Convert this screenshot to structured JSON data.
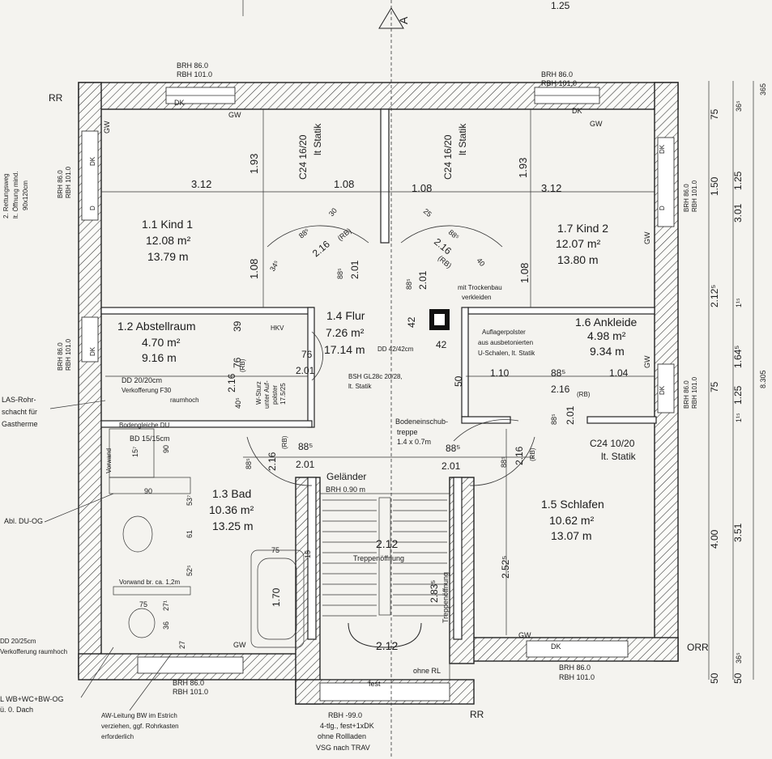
{
  "rooms": {
    "kind1": {
      "name": "1.1 Kind 1",
      "area": "12.08 m²",
      "perimeter": "13.79 m"
    },
    "abstell": {
      "name": "1.2 Abstellraum",
      "area": "4.70 m²",
      "perimeter": "9.16 m"
    },
    "bad": {
      "name": "1.3 Bad",
      "area": "10.36 m²",
      "perimeter": "13.25 m"
    },
    "flur": {
      "name": "1.4 Flur",
      "area": "7.26 m²",
      "perimeter": "17.14 m"
    },
    "schlafen": {
      "name": "1.5 Schlafen",
      "area": "10.62 m²",
      "perimeter": "13.07 m"
    },
    "ankleide": {
      "name": "1.6 Ankleide",
      "area": "4.98 m²",
      "perimeter": "9.34 m"
    },
    "kind2": {
      "name": "1.7 Kind 2",
      "area": "12.07 m²",
      "perimeter": "13.80 m"
    }
  },
  "top_labels": {
    "scale": "1.25",
    "section": "A",
    "rr_left": "RR",
    "window_left_brh": "BRH 86.0",
    "window_left_rbh": "RBH 101.0",
    "window_right_brh": "BRH 86.0",
    "window_right_rbh": "RBH 101.0",
    "dk_left": "DK",
    "dk_right": "DK",
    "gw_left": "GW",
    "gw_right": "GW"
  },
  "beams": {
    "left": "C24 16/20",
    "left_note": "lt Statik",
    "right": "C24 16/20",
    "right_note": "lt Statik",
    "c24_1020": "C24 10/20",
    "c24_1020_note": "lt. Statik"
  },
  "dims": {
    "d312a": "3.12",
    "d193a": "1.93",
    "d108a": "1.08",
    "d108b": "1.08",
    "d193b": "1.93",
    "d312b": "3.12",
    "d108c": "1.08",
    "d108d": "1.08",
    "d345": "34⁵",
    "d885a": "88⁵",
    "d216a": "2.16",
    "rb_a": "(RB)",
    "d30": "30",
    "d885b": "88⁵",
    "d201a": "2.01",
    "d25": "25",
    "d885c": "88⁵",
    "d216b": "2.16",
    "rb_b": "(RB)",
    "d40": "40",
    "d885d": "88⁵",
    "d201b": "2.01",
    "d42a": "42",
    "d42b": "42",
    "dd4242": "DD 42/42cm",
    "d39": "39",
    "hkv": "HKV",
    "d76a": "76",
    "d76b": "76",
    "d216c": "2.16",
    "rb_c": "(RB)",
    "d201c": "2.01",
    "d405": "40⁵",
    "d110": "1.10",
    "d885e": "88⁵",
    "d104": "1.04",
    "d50": "50",
    "d216d": "2.16",
    "rb_d": "(RB)",
    "d885f": "88⁵",
    "d201d": "2.01",
    "d885g": "88⁵",
    "d216e": "2.16",
    "rb_e": "(RB)",
    "d885h": "88⁵",
    "d201e": "2.01",
    "d885i": "88⁵",
    "d201f": "2.01",
    "d885j": "88⁵",
    "d216f": "2.16",
    "rb_f": "(RB)",
    "d90a": "90",
    "d90b": "90",
    "d537": "53⁷",
    "d61": "61",
    "d525": "52⁵",
    "d271": "27¹",
    "d36": "36",
    "d27": "27",
    "d75a": "75",
    "d75b": "75",
    "d170": "1.70",
    "d15": "15",
    "d157": "15⁷",
    "d212a": "2.12",
    "d212b": "2.12",
    "d283": "2.83⁵",
    "d252": "2.52⁵"
  },
  "notes": {
    "rettung1": "2. Rettungsweg",
    "rettung2": "lt. Öffnung mind.",
    "rettung3": "90x120cm",
    "trocken1": "mit Trockenbau",
    "trocken2": "verkleiden",
    "auflager1": "Auflagerpolster",
    "auflager2": "aus ausbetonierten",
    "auflager3": "U-Schalen, lt. Statik",
    "bsh1": "BSH GL28c 20/28,",
    "bsh2": "lt. Statik",
    "wsturz1": "W-Sturz",
    "wsturz2": "unter Auf-",
    "wsturz3": "polster",
    "wsturz4": "17.5/25",
    "dd2020": "DD 20/20cm",
    "verkoff": "Verkofferung F30",
    "raumhoch": "raumhoch",
    "las1": "LAS-Rohr-",
    "las2": "schacht für",
    "las3": "Gastherme",
    "bd": "BD 15/15cm",
    "abl": "Abl. DU-OG",
    "dd2025": "DD 20/25cm",
    "verkoff2": "Verkofferung raumhoch",
    "lwb1": "L WB+WC+BW-OG",
    "lwb2": "ü. 0. Dach",
    "aw1": "AW-Leitung BW im Estrich",
    "aw2": "verziehen, ggf. Rohrkasten",
    "aw3": "erforderlich",
    "boden1": "Bodeneinschub-",
    "boden2": "treppe",
    "boden3": "1.4 x 0.7m",
    "gel1": "Geländer",
    "gel2": "BRH 0.90 m",
    "treppe": "Treppenöffnung",
    "treppe_v": "Treppenöffnung",
    "ohnerl": "ohne RL",
    "fest": "fest",
    "rbh1": "RBH -99.0",
    "rbh2": "4-tlg., fest+1xDK",
    "rbh3": "ohne Rollladen",
    "rbh4": "VSG nach TRAV",
    "rr_bottom": "RR",
    "orr": "ORR",
    "brh_bl": "BRH 86.0",
    "rbh_bl": "RBH 101.0",
    "brh_br": "BRH 86.0",
    "rbh_br": "RBH 101.0",
    "brh_l1": "BRH 86.0",
    "rbh_l1": "RBH 101.0",
    "brh_l2": "BRH 86.0",
    "rbh_l2": "RBH 101.0",
    "brh_r1": "BRH 86.0",
    "rbh_r1": "RBH 101.0",
    "brh_r2": "BRH 86.0",
    "rbh_r2": "RBH 101.0",
    "gw_b1": "GW",
    "gw_b2": "GW",
    "gw_r1": "GW",
    "gw_r2": "GW",
    "gw_l": "GW",
    "dk_b": "DK",
    "dk_l1": "DK",
    "dk_l2": "DK",
    "dk_r1": "DK",
    "dk_r2": "DK",
    "d_l": "D",
    "d_r": "D",
    "vorwand1": "Vorwand",
    "vorwand2": "Vorwand br. ca. 1,2m",
    "bodengleich": "Bodengleiche DU"
  },
  "right_dims": {
    "c1": [
      "75",
      "1.50",
      "2.12⁵",
      "75",
      "4.00",
      "50"
    ],
    "c2": [
      "36⁵",
      "1.25",
      "1¹⁵",
      "1.64⁵",
      "1.25",
      "1¹⁵",
      "3.51",
      "50",
      "36⁵"
    ],
    "c3": [
      "3.01",
      "8.305"
    ],
    "edge": [
      "365",
      "8.305"
    ]
  }
}
